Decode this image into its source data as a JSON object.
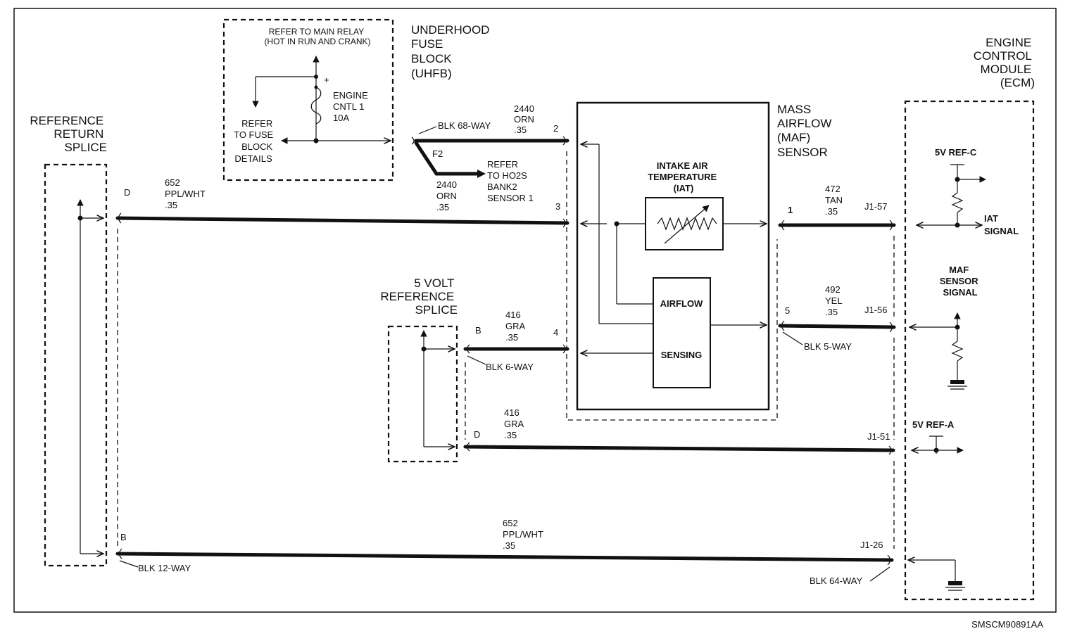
{
  "components": {
    "underhood_fuse_block": {
      "lines": [
        "UNDERHOOD",
        "FUSE",
        "BLOCK",
        "(UHFB)"
      ]
    },
    "main_relay_note": {
      "lines": [
        "REFER TO MAIN RELAY",
        "(HOT IN RUN AND CRANK)"
      ]
    },
    "fuse": {
      "lines": [
        "ENGINE",
        "CNTL 1",
        "10A"
      ]
    },
    "fuse_block_details_ref": {
      "lines": [
        "REFER",
        "TO FUSE",
        "BLOCK",
        "DETAILS"
      ]
    },
    "ref_return_splice": {
      "lines": [
        "REFERENCE",
        "RETURN",
        "SPLICE"
      ]
    },
    "maf_sensor": {
      "lines": [
        "MASS",
        "AIRFLOW",
        "(MAF)",
        "SENSOR"
      ]
    },
    "iat": {
      "lines": [
        "INTAKE AIR",
        "TEMPERATURE",
        "(IAT)"
      ]
    },
    "airflow_sensing": {
      "line1": "AIRFLOW",
      "line2": "SENSING"
    },
    "five_volt_splice": {
      "lines": [
        "5 VOLT",
        "REFERENCE",
        "SPLICE"
      ]
    },
    "ecm": {
      "lines": [
        "ENGINE",
        "CONTROL",
        "MODULE",
        "(ECM)"
      ]
    },
    "ho2s_ref": {
      "lines": [
        "REFER",
        "TO HO2S",
        "BANK2",
        "SENSOR 1"
      ]
    }
  },
  "ecm_labels": {
    "ref_c": "5V REF-C",
    "iat_signal": [
      "IAT",
      "SIGNAL"
    ],
    "maf_signal": [
      "MAF",
      "SENSOR",
      "SIGNAL"
    ],
    "ref_a": "5V REF-A"
  },
  "connectors": {
    "blk68": "BLK 68-WAY",
    "blk6": "BLK 6-WAY",
    "blk5": "BLK 5-WAY",
    "blk12": "BLK 12-WAY",
    "blk64": "BLK 64-WAY"
  },
  "pins": {
    "f2": "F2",
    "maf2": "2",
    "maf3": "3",
    "maf4": "4",
    "iat1": "1",
    "maf5": "5",
    "d_top": "D",
    "b_6way": "B",
    "d_6way": "D",
    "b_bottom": "B",
    "j1_57": "J1-57",
    "j1_56": "J1-56",
    "j1_51": "J1-51",
    "j1_26": "J1-26"
  },
  "wires": {
    "w2440_top": [
      "2440",
      "ORN",
      ".35"
    ],
    "w2440_bottom": [
      "2440",
      "ORN",
      ".35"
    ],
    "w652_top": [
      "652",
      "PPL/WHT",
      ".35"
    ],
    "w416_top": [
      "416",
      "GRA",
      ".35"
    ],
    "w416_bottom": [
      "416",
      "GRA",
      ".35"
    ],
    "w472": [
      "472",
      "TAN",
      ".35"
    ],
    "w492": [
      "492",
      "YEL",
      ".35"
    ],
    "w652_bottom": [
      "652",
      "PPL/WHT",
      ".35"
    ]
  },
  "misc": {
    "fuse_plus": "+",
    "diagram_id": "SMSCM90891AA"
  }
}
